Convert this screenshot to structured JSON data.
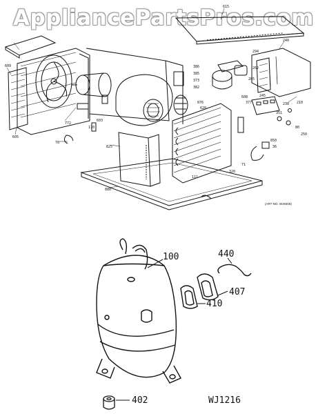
{
  "watermark": "AppliancePartsPros.com",
  "art_no": "(ART NO. WJ9308)",
  "diagram_code": "WJ1216",
  "callouts": {
    "c100": "100",
    "c402": "402",
    "c407": "407",
    "c410": "410",
    "c440": "440"
  },
  "upper_labels": [
    "615",
    "609",
    "605",
    "772",
    "78",
    "170",
    "825",
    "880",
    "111",
    "876",
    "608",
    "377",
    "386",
    "385",
    "373",
    "382",
    "294",
    "262",
    "240",
    "205",
    "238",
    "245",
    "351",
    "210",
    "80",
    "250",
    "850",
    "36",
    "71",
    "320",
    "603",
    "620"
  ]
}
